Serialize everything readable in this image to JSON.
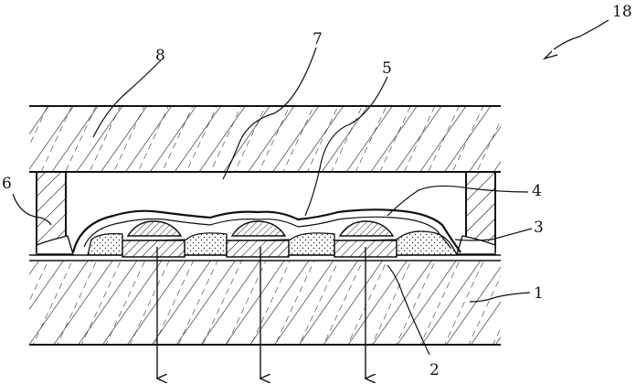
{
  "figure": {
    "ref_labels": {
      "device": "18",
      "substrate": "1",
      "electrode": "2",
      "layer_3": "3",
      "layer_4": "4",
      "layer_5": "5",
      "spacer": "6",
      "cavity": "7",
      "cover_plate": "8"
    }
  }
}
